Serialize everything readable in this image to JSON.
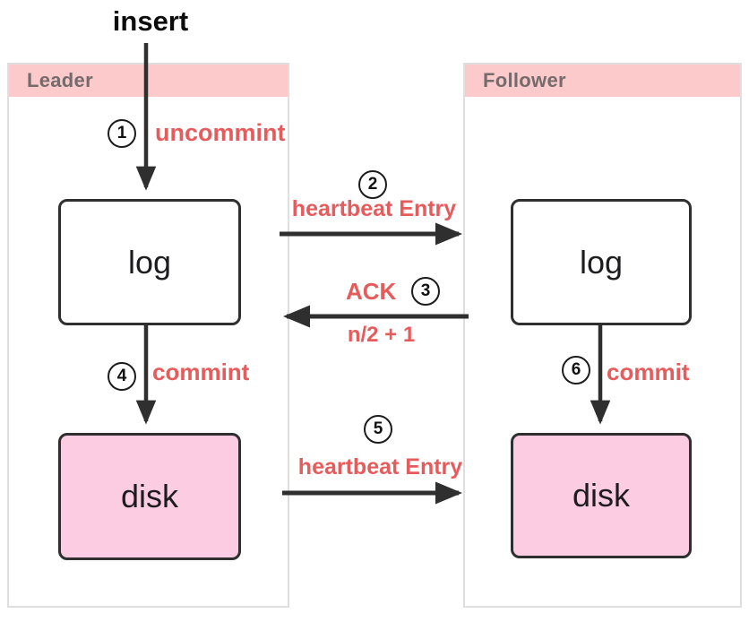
{
  "insert_label": "insert",
  "colors": {
    "header_pink": "#fccaca",
    "disk_pink": "#fccce2",
    "accent_red": "#e65c5c",
    "box_border": "#2f2f2f",
    "panel_border": "#e1dede",
    "header_text": "#756a6c"
  },
  "panels": [
    {
      "id": "leader",
      "label": "Leader",
      "boxes": [
        {
          "label": "log"
        },
        {
          "label": "disk"
        }
      ]
    },
    {
      "id": "follower",
      "label": "Follower",
      "boxes": [
        {
          "label": "log"
        },
        {
          "label": "disk"
        }
      ]
    }
  ],
  "steps": [
    {
      "num": "1",
      "label": "uncommint"
    },
    {
      "num": "2",
      "label": "heartbeat Entry"
    },
    {
      "num": "3",
      "label": "ACK",
      "sublabel": "n/2 + 1"
    },
    {
      "num": "4",
      "label": "commint"
    },
    {
      "num": "5",
      "label": "heartbeat Entry"
    },
    {
      "num": "6",
      "label": "commit"
    }
  ]
}
